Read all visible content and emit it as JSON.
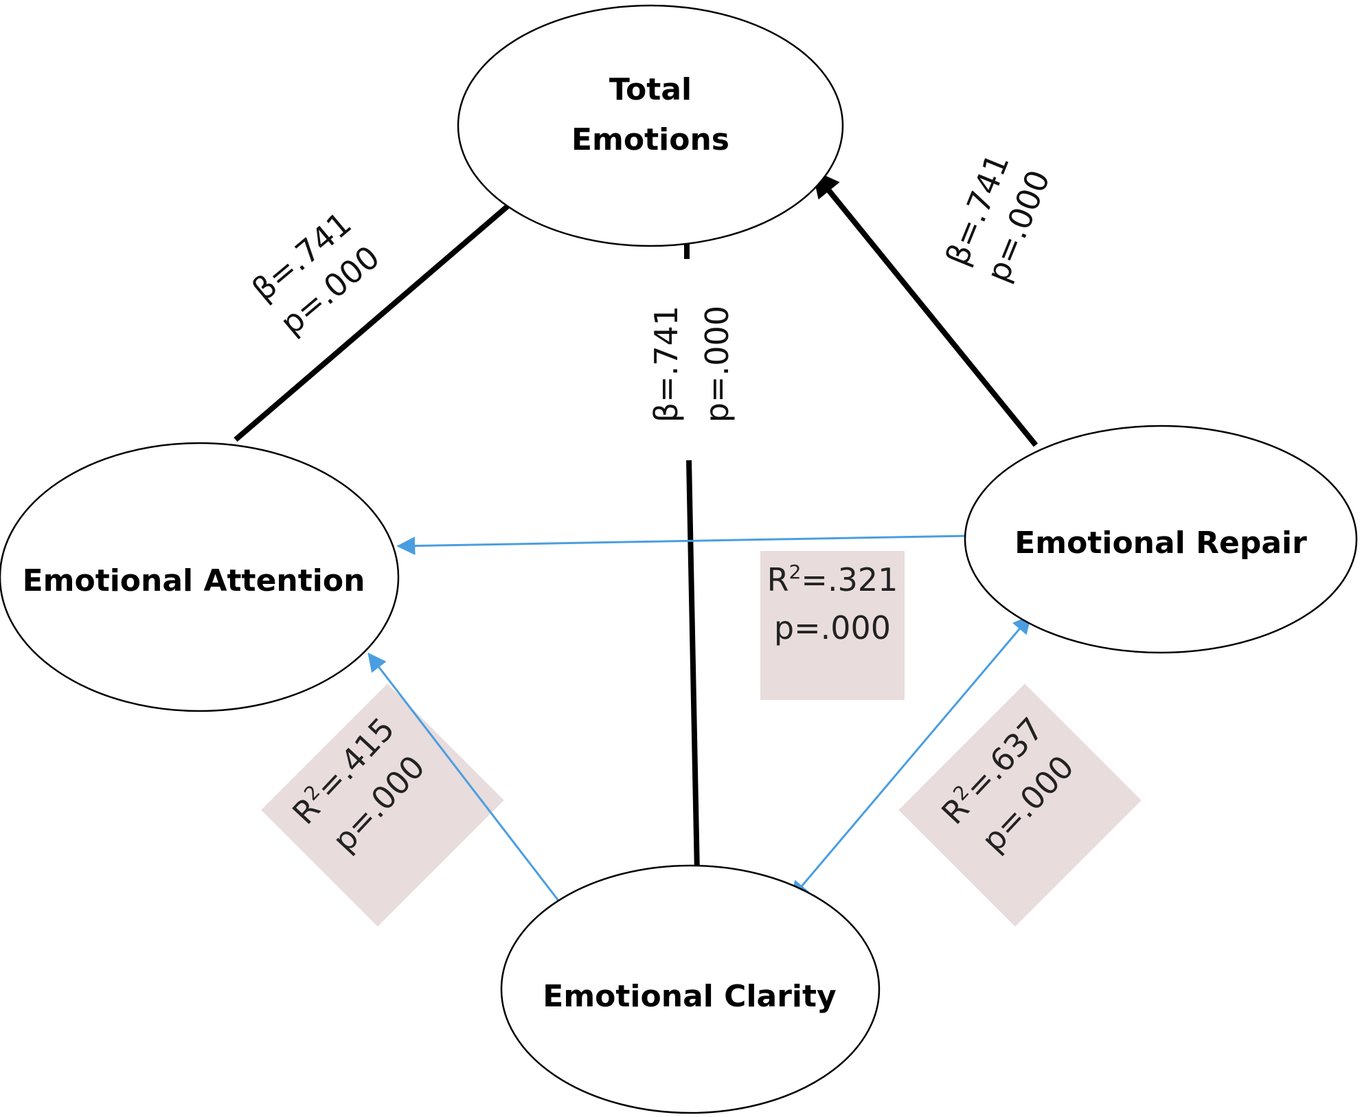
{
  "nodes": {
    "total": {
      "line1": "Total",
      "line2": "Emotions"
    },
    "attention": {
      "label": "Emotional Attention"
    },
    "repair": {
      "label": "Emotional Repair"
    },
    "clarity": {
      "label": "Emotional Clarity"
    }
  },
  "paths": {
    "attention_to_total": {
      "beta": "β=.741",
      "p": "p=.000"
    },
    "clarity_to_total": {
      "beta": "β=.741",
      "p": "p=.000"
    },
    "repair_to_total": {
      "beta": "β=.741",
      "p": "p=.000"
    }
  },
  "correlations": {
    "repair_attention": {
      "r_prefix": "R",
      "r_sup": "2",
      "r_value": "=.321",
      "p": "p=.000"
    },
    "attention_clarity": {
      "r_prefix": "R",
      "r_sup": "2",
      "r_value": "=.415",
      "p": "p=.000"
    },
    "clarity_repair": {
      "r_prefix": "R",
      "r_sup": "2",
      "r_value": "=.637",
      "p": "p=.000"
    }
  },
  "colors": {
    "regression_arrow": "#000000",
    "correlation_arrow": "#4a9ee0",
    "stat_box": "#e9dcdc"
  }
}
